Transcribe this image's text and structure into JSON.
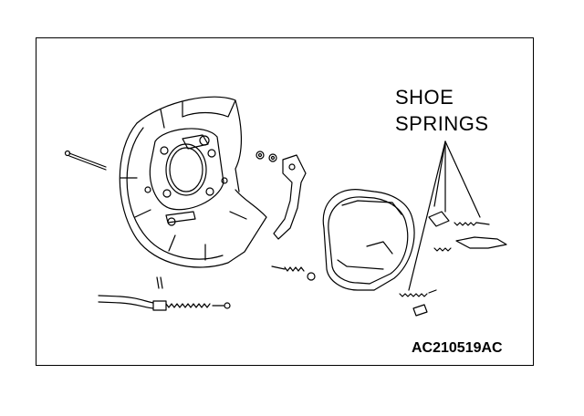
{
  "callout": {
    "line1": "SHOE",
    "line2": "SPRINGS"
  },
  "figure_code": "AC210519AC",
  "colors": {
    "line": "#000000",
    "background": "#ffffff"
  }
}
